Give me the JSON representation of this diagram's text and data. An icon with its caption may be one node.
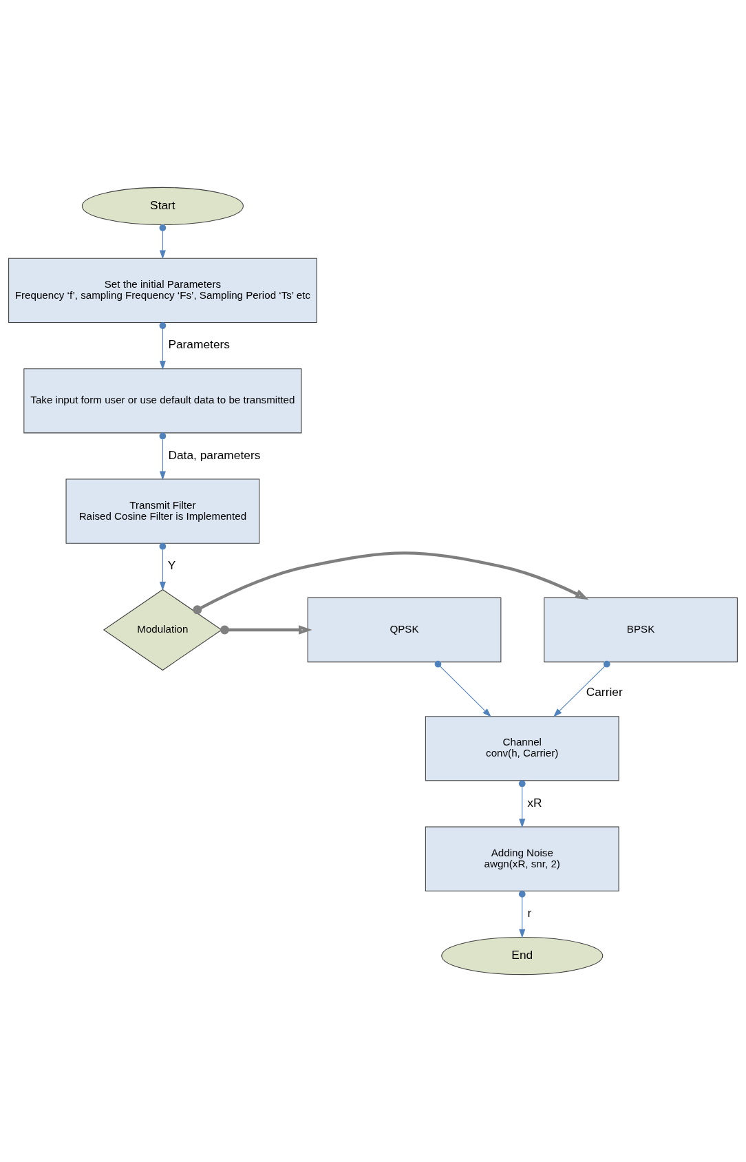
{
  "diagram": {
    "nodes": [
      {
        "text": [
          "Start"
        ]
      },
      {
        "text": [
          "Set the initial Parameters",
          "Frequency ‘f’, sampling Frequency ‘Fs’, Sampling Period ‘Ts’ etc"
        ]
      },
      {
        "text": [
          "Take input form user or use default data to be transmitted"
        ]
      },
      {
        "text": [
          "Transmit Filter",
          "Raised Cosine Filter is Implemented"
        ]
      },
      {
        "text": [
          "Modulation"
        ]
      },
      {
        "text": [
          "BPSK"
        ]
      },
      {
        "text": [
          "QPSK"
        ]
      },
      {
        "text": [
          "Channel",
          "conv(h, Carrier)"
        ]
      },
      {
        "text": [
          "Adding Noise",
          "awgn(xR, snr, 2)"
        ]
      },
      {
        "text": [
          "End"
        ]
      }
    ],
    "edges": [
      {
        "from": 0,
        "to": 1,
        "arrow": "to"
      },
      {
        "from": 1,
        "to": 2,
        "arrow": "to",
        "label": "Parameters"
      },
      {
        "from": 2,
        "to": 3,
        "arrow": "to",
        "label": "Data, parameters"
      },
      {
        "from": 3,
        "to": 4,
        "arrow": "to",
        "label": "Y"
      },
      {
        "from": 4,
        "to": 5,
        "arrow": "to",
        "style": "thick"
      },
      {
        "from": 4,
        "to": 6,
        "arrow": "to",
        "style": "thick"
      },
      {
        "from": 5,
        "to": 7,
        "arrow": "to",
        "label": "Carrier"
      },
      {
        "from": 6,
        "to": 7,
        "arrow": "to"
      },
      {
        "from": 7,
        "to": 8,
        "arrow": "to",
        "label": "xR"
      },
      {
        "from": 8,
        "to": 9,
        "arrow": "to",
        "label": "r"
      }
    ]
  }
}
